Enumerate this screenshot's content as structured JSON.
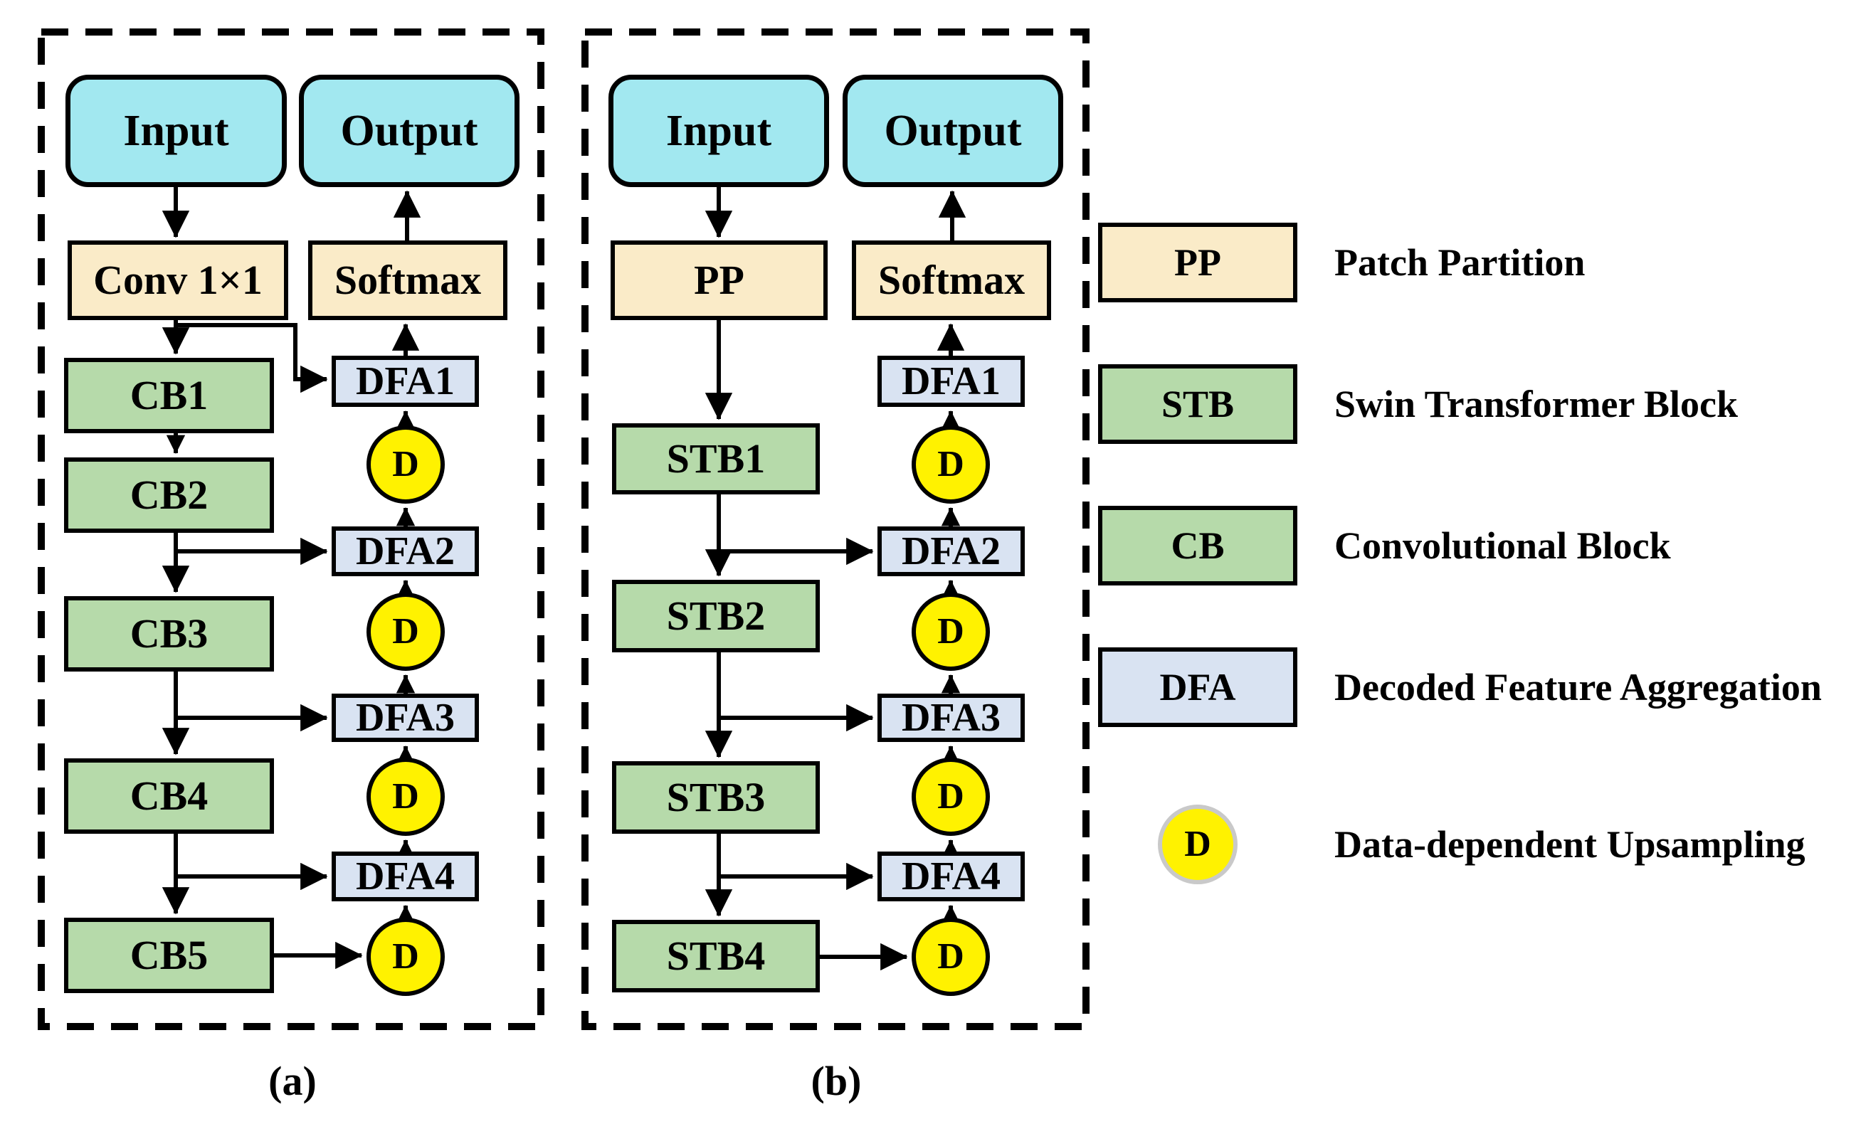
{
  "figure": {
    "panel_a": {
      "caption": "(a)",
      "input_label": "Input",
      "output_label": "Output",
      "stem_label": "Conv 1×1",
      "softmax_label": "Softmax",
      "encoder_blocks": [
        "CB1",
        "CB2",
        "CB3",
        "CB4",
        "CB5"
      ],
      "dfa_blocks": [
        "DFA1",
        "DFA2",
        "DFA3",
        "DFA4"
      ],
      "upsample_label": "D"
    },
    "panel_b": {
      "caption": "(b)",
      "input_label": "Input",
      "output_label": "Output",
      "stem_label": "PP",
      "softmax_label": "Softmax",
      "encoder_blocks": [
        "STB1",
        "STB2",
        "STB3",
        "STB4"
      ],
      "dfa_blocks": [
        "DFA1",
        "DFA2",
        "DFA3",
        "DFA4"
      ],
      "upsample_label": "D"
    },
    "legend": {
      "items": [
        {
          "symbol": "PP",
          "label": "Patch Partition"
        },
        {
          "symbol": "STB",
          "label": "Swin Transformer Block"
        },
        {
          "symbol": "CB",
          "label": "Convolutional Block"
        },
        {
          "symbol": "DFA",
          "label": "Decoded Feature Aggregation"
        },
        {
          "symbol": "D",
          "label": "Data-dependent Upsampling"
        }
      ]
    },
    "colors": {
      "io_fill": "#A2E8F0",
      "stem_fill": "#FAEBC8",
      "encoder_fill": "#B6DAAA",
      "dfa_fill": "#D9E3F2",
      "upsample_fill": "#FFF200",
      "legend_circle_border": "#C9C9C9",
      "line": "#000000",
      "background": "#FFFFFF"
    }
  }
}
